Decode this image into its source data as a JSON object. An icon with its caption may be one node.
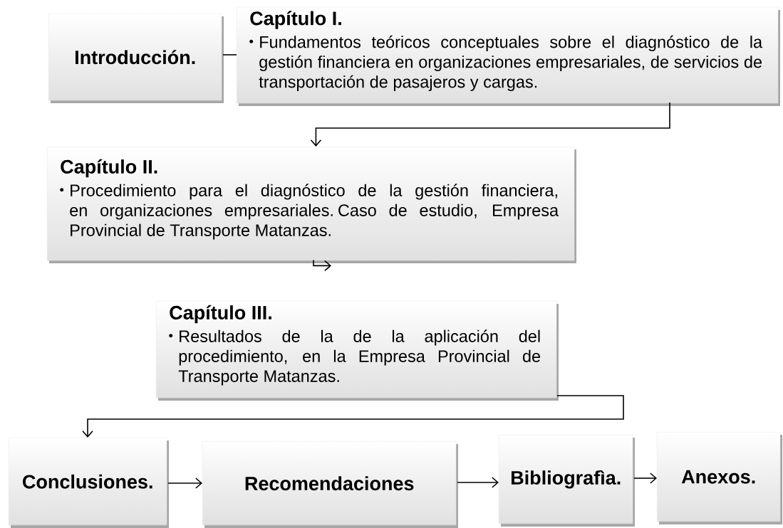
{
  "diagram": {
    "nodes": [
      {
        "text": [
          "Introducción."
        ]
      },
      {
        "text": [
          "Capítulo I.",
          "Fundamentos teóricos conceptuales sobre el diagnóstico de la gestión financiera en organizaciones empresariales, de servicios de transportación de pasajeros y cargas."
        ]
      },
      {
        "text": [
          "Capítulo II.",
          "Procedimiento para el diagnóstico de la gestión financiera, en organizaciones empresariales. Caso de estudio, Empresa Provincial de Transporte Matanzas."
        ]
      },
      {
        "text": [
          "Capítulo III.",
          "Resultados de la de la aplicación del procedimiento, en la Empresa Provincial de Transporte Matanzas."
        ]
      },
      {
        "text": [
          "Conclusiones."
        ]
      },
      {
        "text": [
          "Recomendaciones"
        ]
      },
      {
        "text": [
          "Bibliografìa."
        ]
      },
      {
        "text": [
          "Anexos."
        ]
      }
    ],
    "edges": [
      {
        "from": 0,
        "to": 1,
        "arrow": "none"
      },
      {
        "from": 1,
        "to": 2,
        "arrow": "to"
      },
      {
        "from": 2,
        "to": null,
        "arrow": "to"
      },
      {
        "from": 3,
        "to": 4,
        "arrow": "to"
      },
      {
        "from": 4,
        "to": 5,
        "arrow": "to"
      },
      {
        "from": 5,
        "to": 6,
        "arrow": "to"
      },
      {
        "from": 6,
        "to": 7,
        "arrow": "to"
      }
    ]
  }
}
